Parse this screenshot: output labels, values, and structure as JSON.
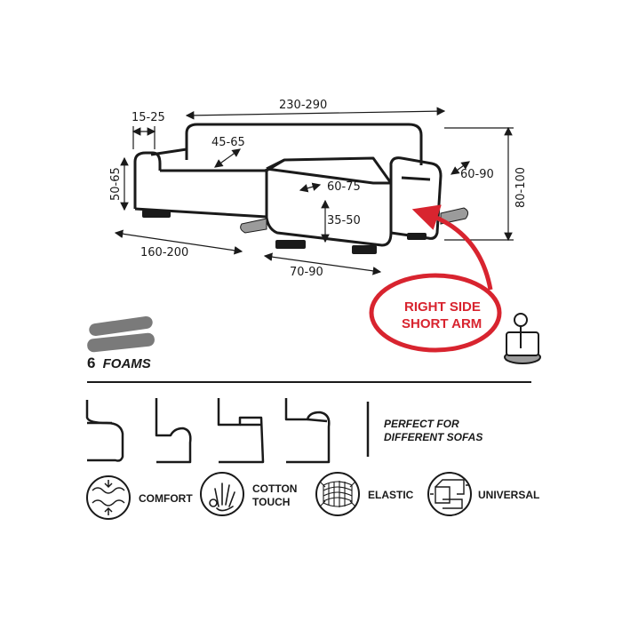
{
  "dimensions": {
    "arm_width": "15-25",
    "total_width": "230-290",
    "seat_depth": "45-65",
    "arm_height": "50-65",
    "chaise_depth": "60-75",
    "chaise_side_depth": "60-90",
    "back_height": "80-100",
    "chaise_seat_height": "35-50",
    "sofa_length": "160-200",
    "chaise_width": "70-90"
  },
  "callout": {
    "line1": "RIGHT SIDE",
    "line2": "SHORT ARM"
  },
  "foams": {
    "count": "6",
    "label": "FOAMS"
  },
  "compatibility": {
    "line1": "PERFECT FOR",
    "line2": "DIFFERENT SOFAS"
  },
  "features": [
    {
      "icon": "comfort-icon",
      "label_lines": [
        "COMFORT"
      ]
    },
    {
      "icon": "cotton-touch-icon",
      "label_lines": [
        "COTTON",
        "TOUCH"
      ]
    },
    {
      "icon": "elastic-icon",
      "label_lines": [
        "ELASTIC"
      ]
    },
    {
      "icon": "universal-icon",
      "label_lines": [
        "UNIVERSAL"
      ]
    }
  ],
  "colors": {
    "accent": "#d8242f",
    "line": "#1a1a1a",
    "foam": "#7a7a7a"
  }
}
